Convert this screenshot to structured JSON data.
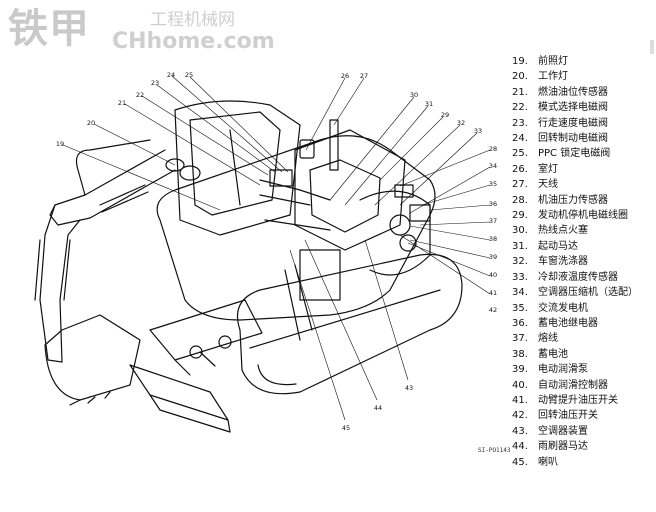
{
  "watermark": {
    "brand": "铁甲",
    "url": "CHhome.com",
    "site_cn": "工程机械网"
  },
  "figure_code": "SI-PO1143",
  "callout_numbers": [
    "19",
    "20",
    "21",
    "22",
    "23",
    "24",
    "25",
    "26",
    "27",
    "28",
    "29",
    "30",
    "31",
    "32",
    "33",
    "34",
    "35",
    "36",
    "37",
    "38",
    "39",
    "40",
    "41",
    "42",
    "43",
    "44",
    "45"
  ],
  "legend": [
    {
      "num": "19.",
      "text": "前照灯"
    },
    {
      "num": "20.",
      "text": "工作灯"
    },
    {
      "num": "21.",
      "text": "燃油油位传感器"
    },
    {
      "num": "22.",
      "text": "模式选择电磁阀"
    },
    {
      "num": "23.",
      "text": "行走速度电磁阀"
    },
    {
      "num": "24.",
      "text": "回转制动电磁阀"
    },
    {
      "num": "25.",
      "text": "PPC 锁定电磁阀"
    },
    {
      "num": "26.",
      "text": "室灯"
    },
    {
      "num": "27.",
      "text": "天线"
    },
    {
      "num": "28.",
      "text": "机油压力传感器"
    },
    {
      "num": "29.",
      "text": "发动机停机电磁线圈"
    },
    {
      "num": "30.",
      "text": "热线点火塞"
    },
    {
      "num": "31.",
      "text": "起动马达"
    },
    {
      "num": "32.",
      "text": "车窗洗涤器"
    },
    {
      "num": "33.",
      "text": "冷却液温度传感器"
    },
    {
      "num": "34.",
      "text": "空调器压缩机（选配）"
    },
    {
      "num": "35.",
      "text": "交流发电机"
    },
    {
      "num": "36.",
      "text": "蓄电池继电器"
    },
    {
      "num": "37.",
      "text": "熔线"
    },
    {
      "num": "38.",
      "text": "蓄电池"
    },
    {
      "num": "39.",
      "text": "电动润滑泵"
    },
    {
      "num": "40.",
      "text": "自动润滑控制器"
    },
    {
      "num": "41.",
      "text": "动臂提升油压开关"
    },
    {
      "num": "42.",
      "text": "回转油压开关"
    },
    {
      "num": "43.",
      "text": "空调器装置"
    },
    {
      "num": "44.",
      "text": "雨刷器马达"
    },
    {
      "num": "45.",
      "text": "喇叭"
    }
  ]
}
